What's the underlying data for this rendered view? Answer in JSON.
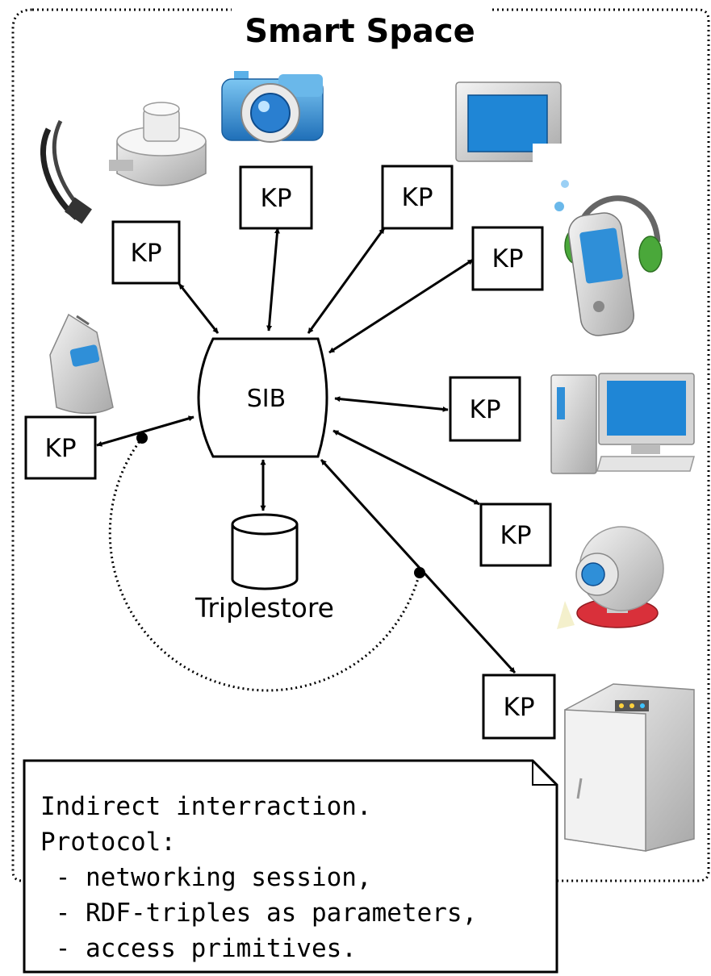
{
  "title": "Smart Space",
  "sib_label": "SIB",
  "store_label": "Triplestore",
  "kp_label": "KP",
  "note": {
    "lines": [
      "Indirect interraction.",
      "Protocol:",
      " - networking session,",
      " - RDF-triples as parameters,",
      " - access primitives."
    ]
  },
  "devices": [
    "sensor",
    "camera",
    "tv",
    "headset-phone",
    "flip-phone",
    "desktop-pc",
    "webcam",
    "server"
  ],
  "colors": {
    "stroke": "#000000",
    "device_blue": "#2f8fd8",
    "device_gray": "#c8c8c8",
    "headset_green": "#4aa83a",
    "webcam_red": "#d9303a"
  }
}
